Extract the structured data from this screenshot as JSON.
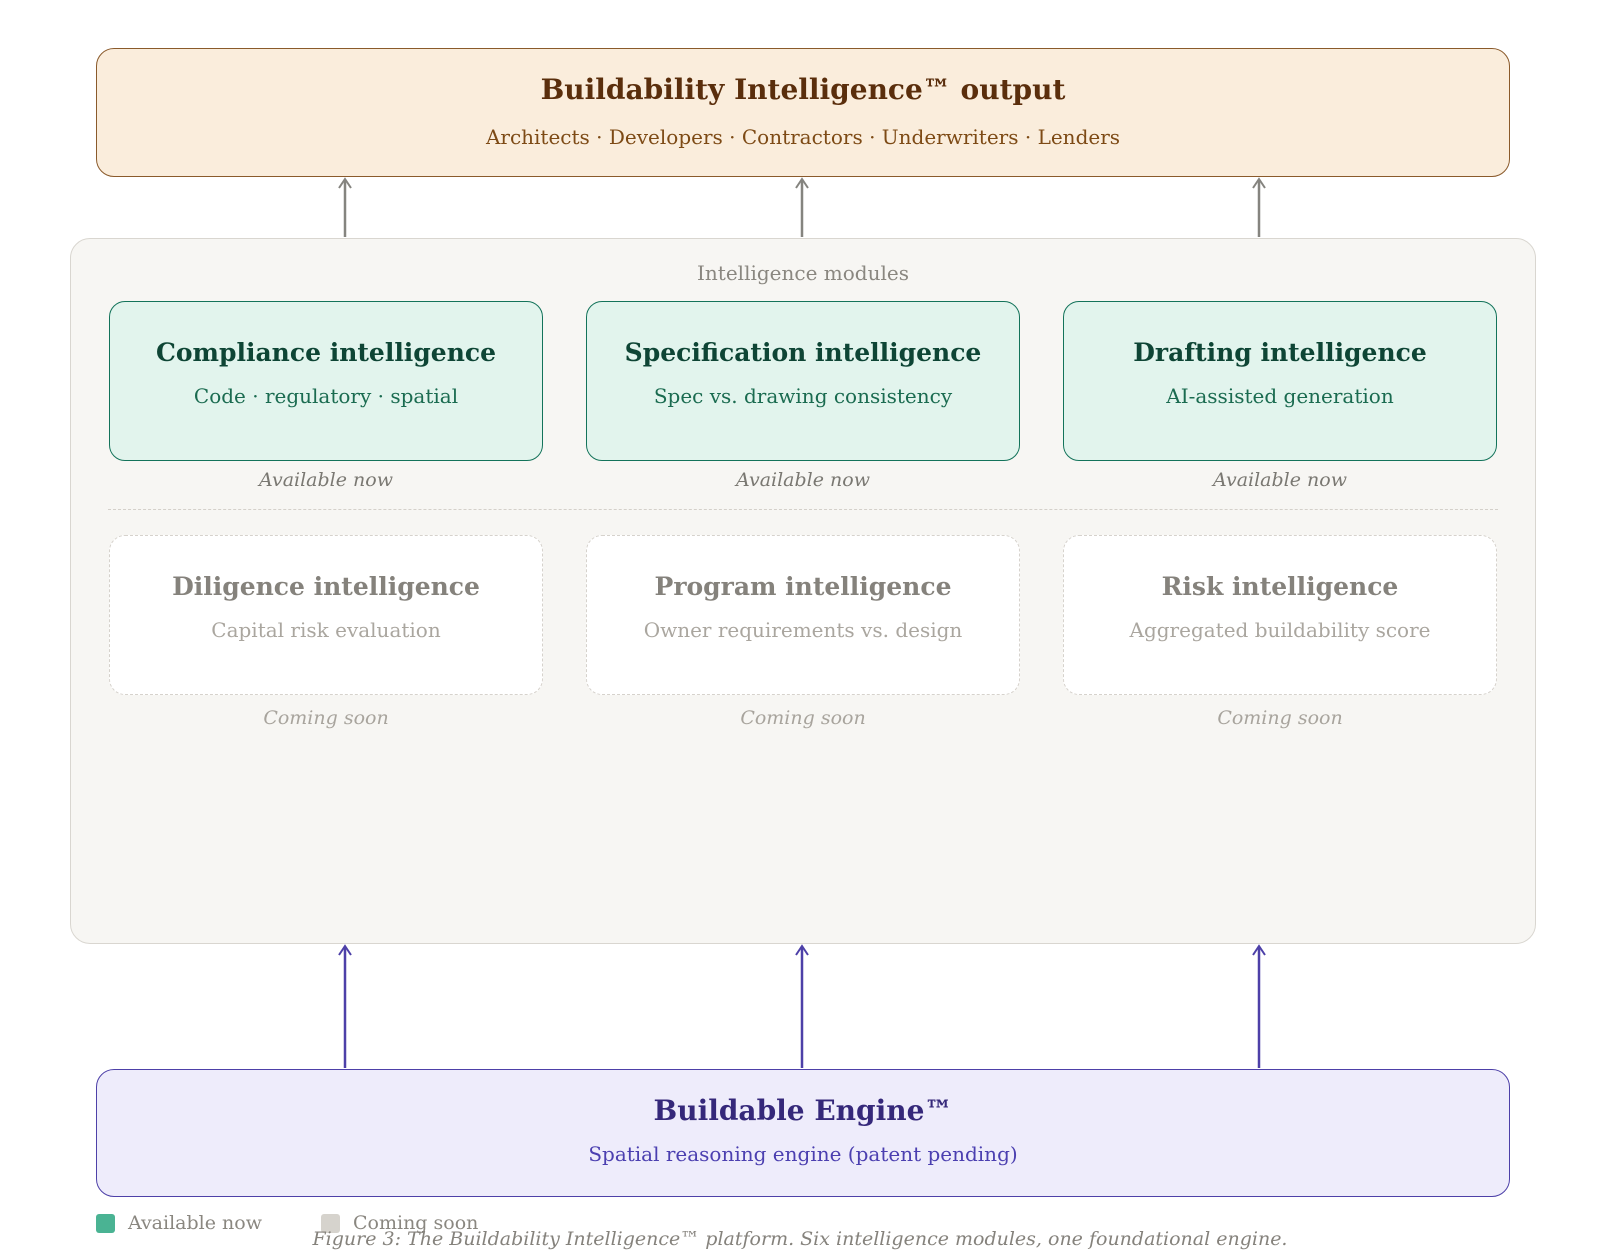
{
  "output": {
    "title": "Buildability Intelligence™ output",
    "subtitle": "Architects · Developers · Contractors · Underwriters · Lenders"
  },
  "modules": {
    "label": "Intelligence modules",
    "available": [
      {
        "title": "Compliance intelligence",
        "subtitle": "Code · regulatory · spatial",
        "status": "Available now"
      },
      {
        "title": "Specification intelligence",
        "subtitle": "Spec vs. drawing consistency",
        "status": "Available now"
      },
      {
        "title": "Drafting intelligence",
        "subtitle": "AI-assisted generation",
        "status": "Available now"
      }
    ],
    "coming": [
      {
        "title": "Diligence intelligence",
        "subtitle": "Capital risk evaluation",
        "status": "Coming soon"
      },
      {
        "title": "Program intelligence",
        "subtitle": "Owner requirements vs. design",
        "status": "Coming soon"
      },
      {
        "title": "Risk intelligence",
        "subtitle": "Aggregated buildability score",
        "status": "Coming soon"
      }
    ]
  },
  "engine": {
    "title": "Buildable Engine™",
    "subtitle": "Spatial reasoning engine (patent pending)"
  },
  "legend": {
    "available_label": "Available now",
    "coming_label": "Coming soon",
    "available_color": "#4ab393",
    "coming_color": "#d6d3cd"
  },
  "caption": "Figure 3: The Buildability Intelligence™ platform. Six intelligence modules, one foundational engine.",
  "colors": {
    "output_arrow": "#85847f",
    "engine_arrow": "#4d40a8"
  }
}
